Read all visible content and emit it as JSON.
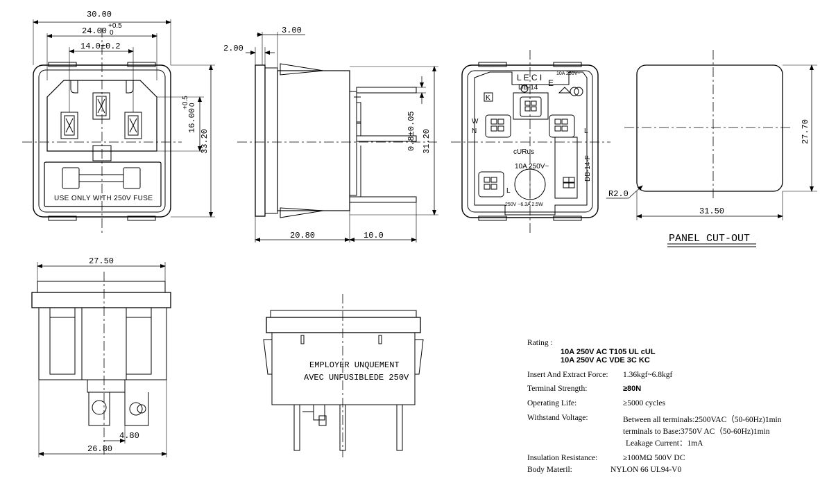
{
  "front_view": {
    "dim_overall_width": "30.00",
    "dim_inner_width": "24.00",
    "dim_inner_width_tol_upper": "+0.5",
    "dim_inner_width_tol_lower": "0",
    "dim_pin_spacing": "14.0±0.2",
    "dim_inlet_height": "16.00",
    "dim_inlet_height_tol_upper": "+0.5",
    "dim_inlet_height_tol_lower": "0",
    "dim_overall_height": "33.20",
    "fuse_label": "USE ONLY WITH 250V FUSE"
  },
  "side_view": {
    "dim_flange_thickness": "2.00",
    "dim_top": "3.00",
    "dim_terminal_thickness": "0.8±0.05",
    "dim_body_height": "31.20",
    "dim_body_depth": "20.80",
    "dim_terminal_length": "10.0"
  },
  "rear_view": {
    "brand": "L E C I",
    "model": "DB-14",
    "model_side": "DB-14-F",
    "rating_small": "10A 250V~",
    "rating_mid": "10A 250V~",
    "fuse_rating": "250V ~6.3A 2.5W",
    "label_w": "W",
    "label_n": "N",
    "label_l_right": "L",
    "label_l_bottom": "L",
    "label_e": "E",
    "ul_mark": "cURus",
    "safety_mark_label": "K"
  },
  "panel_cutout": {
    "dim_height": "27.70",
    "dim_width": "31.50",
    "dim_radius": "R2.0",
    "title": "PANEL CUT-OUT"
  },
  "bottom_view": {
    "dim_top_width": "27.50",
    "dim_terminal_gap": "4.80",
    "dim_bottom_width": "26.80"
  },
  "side_bottom_view": {
    "label_line1": "EMPLOYER UNQUEMENT",
    "label_line2": "AVEC UNFUSIBLEDE 250V"
  },
  "specs": {
    "rating_label": "Rating :",
    "rating_line1": "10A 250V AC   T105   UL   cUL",
    "rating_line2": "10A 250V AC   VDE   3C   KC",
    "insert_label": "Insert And Extract Force:",
    "insert_value": "1.36kgf~6.8kgf",
    "terminal_label": "Terminal  Strength:",
    "terminal_value": "≥80N",
    "life_label": "Operating Life:",
    "life_value": "≥5000  cycles",
    "withstand_label": "Withstand Voltage:",
    "withstand_value1": "Between all terminals:2500VAC（50-60Hz)1min",
    "withstand_value2": "terminals to Base:3750V AC（50-60Hz)1min",
    "withstand_value3": "Leakage Current：1mA",
    "insulation_label": "Insulation Resistance:",
    "insulation_value": "≥100MΩ  500V DC",
    "body_label": "Body Materil:",
    "body_value": "NYLON 66  UL94-V0"
  }
}
